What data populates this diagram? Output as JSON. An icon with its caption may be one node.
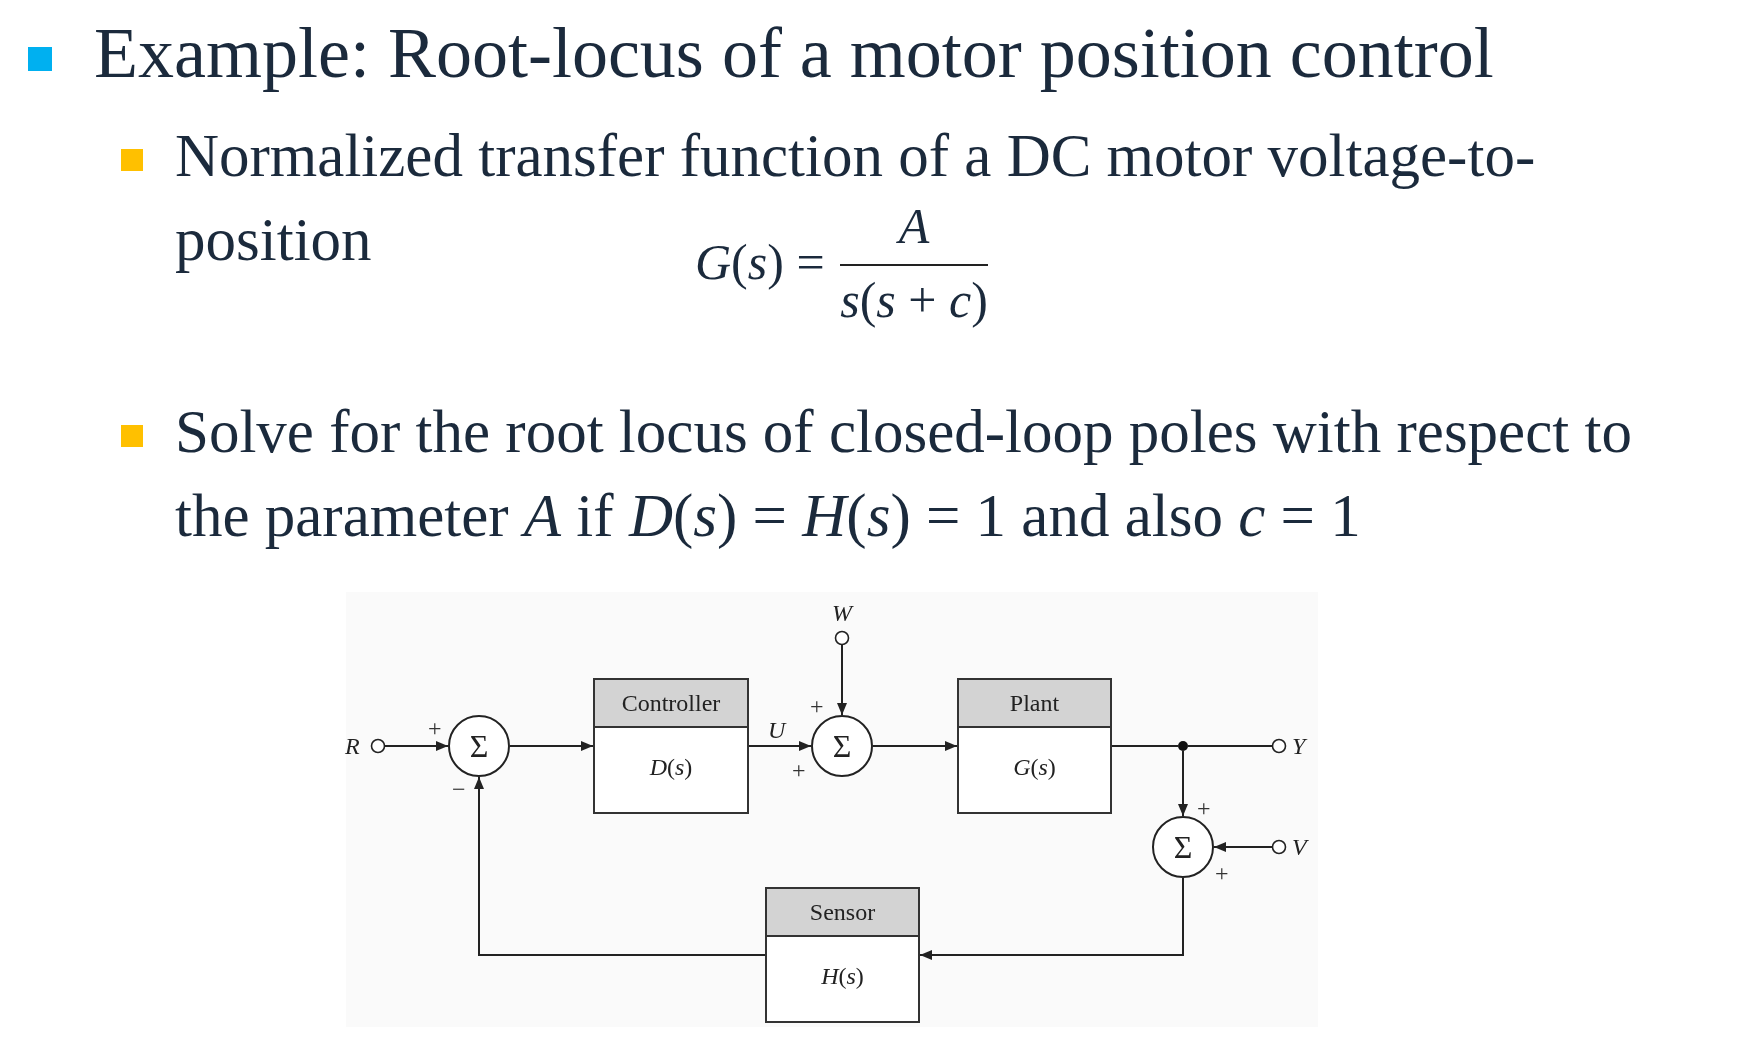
{
  "diagram": {
    "title": "Example:  Root-locus of a motor position control",
    "nodes": [
      {
        "text": [
          "R"
        ]
      },
      {
        "text": [
          "Σ"
        ],
        "beside": [
          "+",
          "−"
        ]
      },
      {
        "text": [
          "Controller",
          "*D*(*s*)"
        ]
      },
      {
        "text": [
          "W"
        ]
      },
      {
        "text": [
          "Σ"
        ],
        "beside": [
          "+",
          "+"
        ]
      },
      {
        "text": [
          "Plant",
          "*G*(*s*)"
        ]
      },
      {
        "text": [],
        "shape": "circle"
      },
      {
        "text": [
          "Y"
        ]
      },
      {
        "text": [
          "Σ"
        ],
        "beside": [
          "+",
          "+"
        ]
      },
      {
        "text": [
          "V"
        ]
      },
      {
        "text": [
          "Sensor",
          "*H*(*s*)"
        ]
      }
    ],
    "edges": [
      {
        "from": 0,
        "to": 1,
        "arrow": "to"
      },
      {
        "from": 1,
        "to": 2,
        "arrow": "to"
      },
      {
        "from": 2,
        "to": 4,
        "arrow": "to",
        "label": "U"
      },
      {
        "from": 3,
        "to": 4,
        "arrow": "to"
      },
      {
        "from": 4,
        "to": 5,
        "arrow": "to"
      },
      {
        "from": 5,
        "to": 6,
        "arrow": "none"
      },
      {
        "from": 6,
        "to": 7,
        "arrow": "none"
      },
      {
        "from": 6,
        "to": 8,
        "arrow": "to"
      },
      {
        "from": 9,
        "to": 8,
        "arrow": "to"
      },
      {
        "from": 8,
        "to": 10,
        "arrow": "to"
      },
      {
        "from": 10,
        "to": 1,
        "arrow": "to"
      }
    ],
    "labels": [
      "Normalized transfer function of a DC motor voltage-to-position",
      "*A*",
      "*G*(*s*) =",
      "*s*(*s* + *c*)",
      "Solve for the root locus of closed-loop poles with respect to the parameter *A* if *D*(*s*) = *H*(*s*) = 1 and also *c* = 1"
    ]
  }
}
